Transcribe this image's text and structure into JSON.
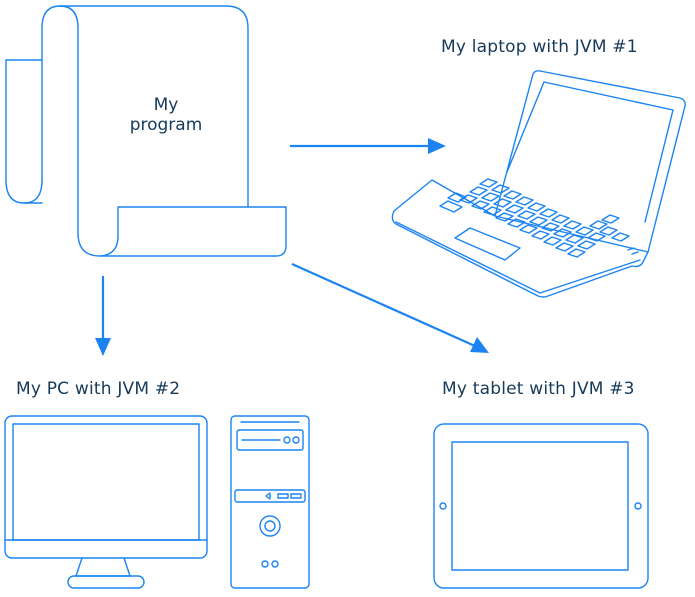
{
  "program": {
    "line1": "My",
    "line2": "program"
  },
  "laptop": {
    "label": "My laptop with JVM #1"
  },
  "pc": {
    "label": "My PC with JVM #2"
  },
  "tablet": {
    "label": "My tablet with JVM #3"
  },
  "colors": {
    "stroke": "#1b84f0",
    "text": "#163a5a",
    "background": "#ffffff"
  },
  "icons": [
    "scroll-icon",
    "laptop-icon",
    "monitor-icon",
    "pc-tower-icon",
    "tablet-icon",
    "arrow-icon"
  ]
}
